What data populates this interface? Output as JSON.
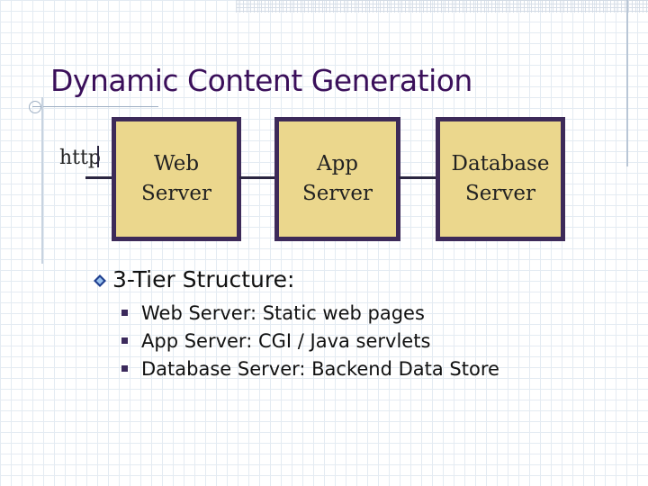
{
  "slide": {
    "title": "Dynamic Content Generation",
    "diagram": {
      "input_label": "http",
      "boxes": [
        {
          "label": "Web\nServer"
        },
        {
          "label": "App Server"
        },
        {
          "label": "Database\nServer"
        }
      ],
      "box_fill_color": "#ebd78d",
      "box_border_color": "#3d2a59"
    },
    "section": {
      "heading": "3-Tier Structure:",
      "bullets": [
        "Web Server: Static web pages",
        "App Server: CGI / Java servlets",
        "Database Server: Backend Data Store"
      ]
    },
    "colors": {
      "title": "#3a0f5a",
      "bullet": "#3c2a5c"
    }
  }
}
